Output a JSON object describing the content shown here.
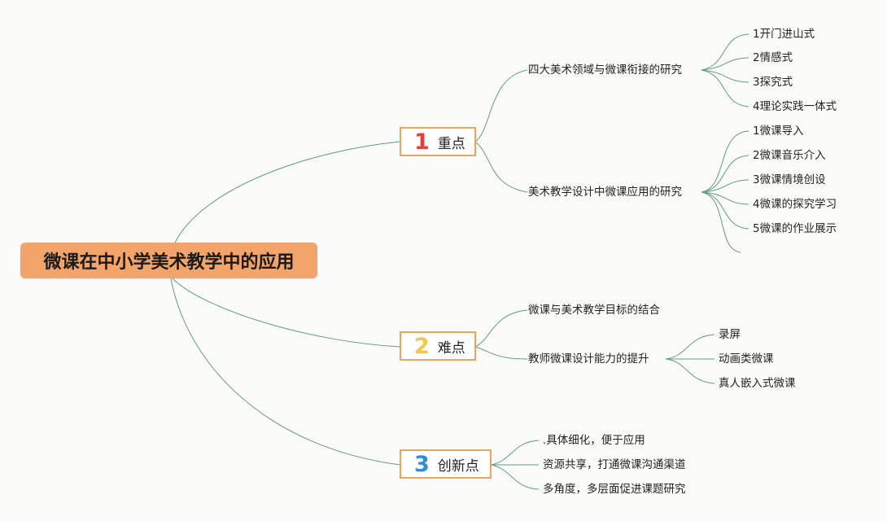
{
  "root": {
    "title": "微课在中小学美术教学中的应用"
  },
  "branches": [
    {
      "number": "1",
      "number_color": "#e0413a",
      "label": "重点",
      "subtopics": [
        {
          "label": "四大美术领域与微课衔接的研究",
          "items": [
            "1开门进山式",
            "2情感式",
            "3探究式",
            "4理论实践一体式"
          ]
        },
        {
          "label": "美术教学设计中微课应用的研究",
          "items": [
            "1微课导入",
            "2微课音乐介入",
            "3微课情境创设",
            "4微课的探究学习",
            "5微课的作业展示"
          ]
        }
      ]
    },
    {
      "number": "2",
      "number_color": "#f2c64b",
      "label": "难点",
      "subtopics": [
        {
          "label": "微课与美术教学目标的结合",
          "items": []
        },
        {
          "label": "教师微课设计能力的提升",
          "items": [
            "录屏",
            "动画类微课",
            "真人嵌入式微课"
          ]
        }
      ]
    },
    {
      "number": "3",
      "number_color": "#2f8fd6",
      "label": "创新点",
      "subtopics": [
        {
          "label": ".具体细化，便于应用",
          "items": []
        },
        {
          "label": "资源共享，打通微课沟通渠道",
          "items": []
        },
        {
          "label": "多角度，多层面促进课题研究",
          "items": []
        }
      ]
    }
  ],
  "colors": {
    "line": "#5e9c86",
    "root_fill": "#f2a46b",
    "branch_border": "#f0a25f"
  }
}
